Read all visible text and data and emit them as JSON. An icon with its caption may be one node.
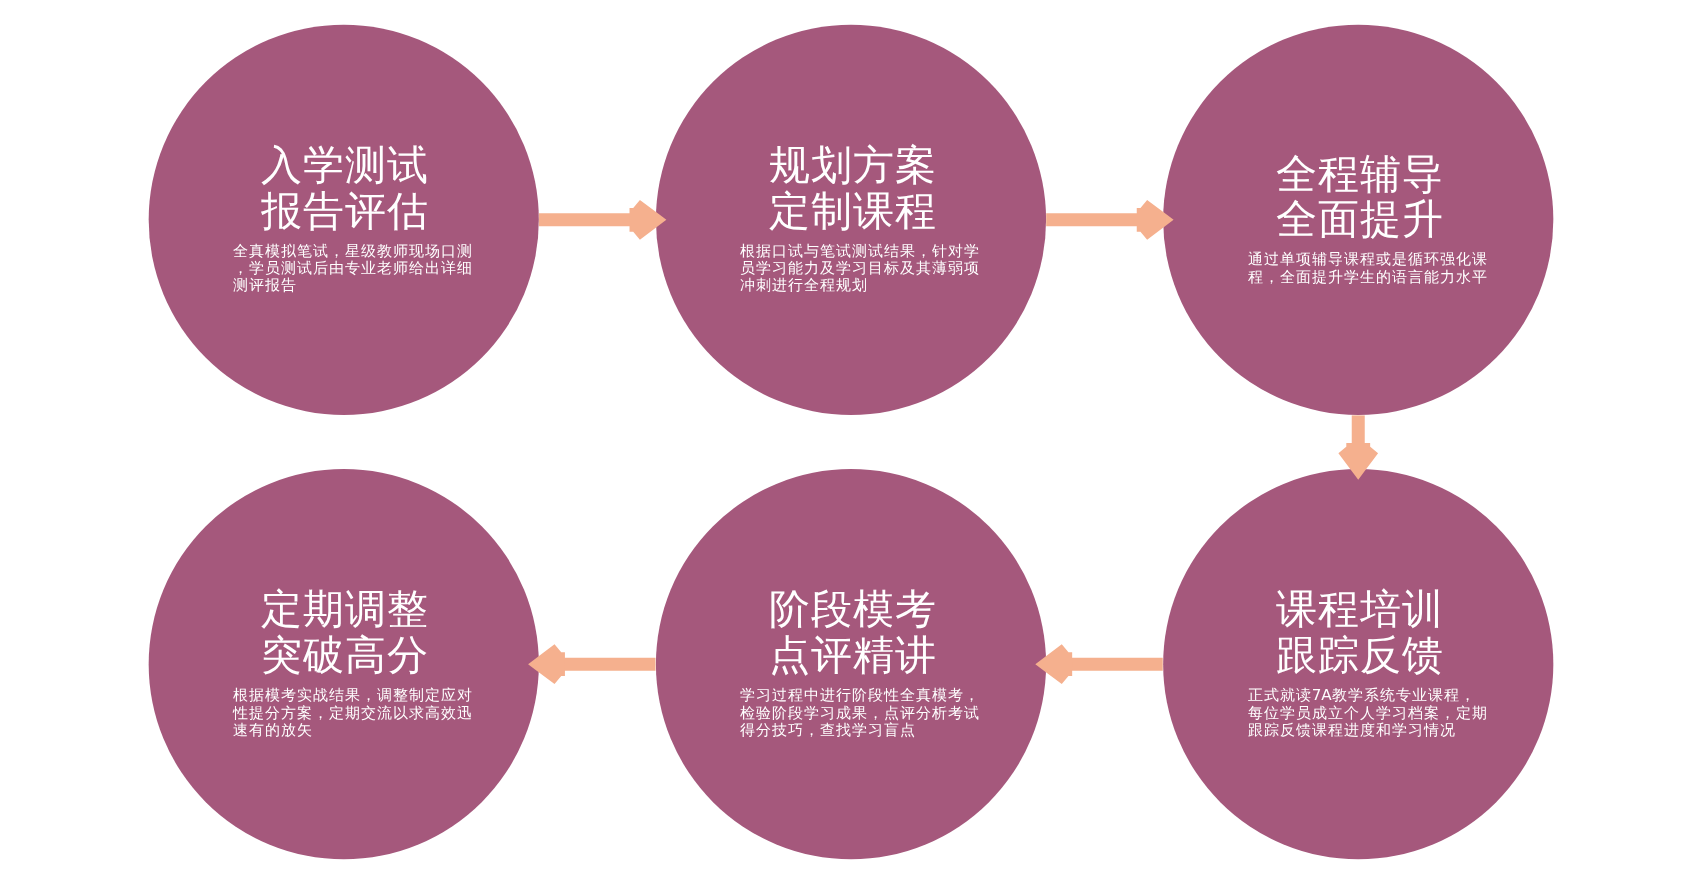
{
  "diagram": {
    "nodes": [
      {
        "text": [
          "入学测试报告评估",
          "全真模拟笔试，星级教师现场口测，学员测试后由专业老师给出详细测评报告"
        ]
      },
      {
        "text": [
          "规划方案定制课程",
          "根据口试与笔试测试结果，针对学员学习能力及学习目标及其薄弱项冲刺进行全程规划"
        ]
      },
      {
        "text": [
          "全程辅导全面提升",
          "通过单项辅导课程或是循环强化课程，全面提升学生的语言能力水平"
        ]
      },
      {
        "text": [
          "课程培训跟踪反馈",
          "正式就读7A教学系统专业课程，每位学员成立个人学习档案，定期跟踪反馈课程进度和学习情况"
        ]
      },
      {
        "text": [
          "阶段模考点评精讲",
          "学习过程中进行阶段性全真模考，检验阶段学习成果，点评分析考试得分技巧，查找学习盲点"
        ]
      },
      {
        "text": [
          "定期调整突破高分",
          "根据模考实战结果，调整制定应对性提分方案，定期交流以求高效迅速有的放矢"
        ]
      }
    ],
    "edges": [
      {
        "from": 0,
        "to": 1,
        "arrow": "to"
      },
      {
        "from": 1,
        "to": 2,
        "arrow": "to"
      },
      {
        "from": 2,
        "to": 3,
        "arrow": "to"
      },
      {
        "from": 3,
        "to": 4,
        "arrow": "to"
      },
      {
        "from": 4,
        "to": 5,
        "arrow": "to"
      }
    ]
  }
}
